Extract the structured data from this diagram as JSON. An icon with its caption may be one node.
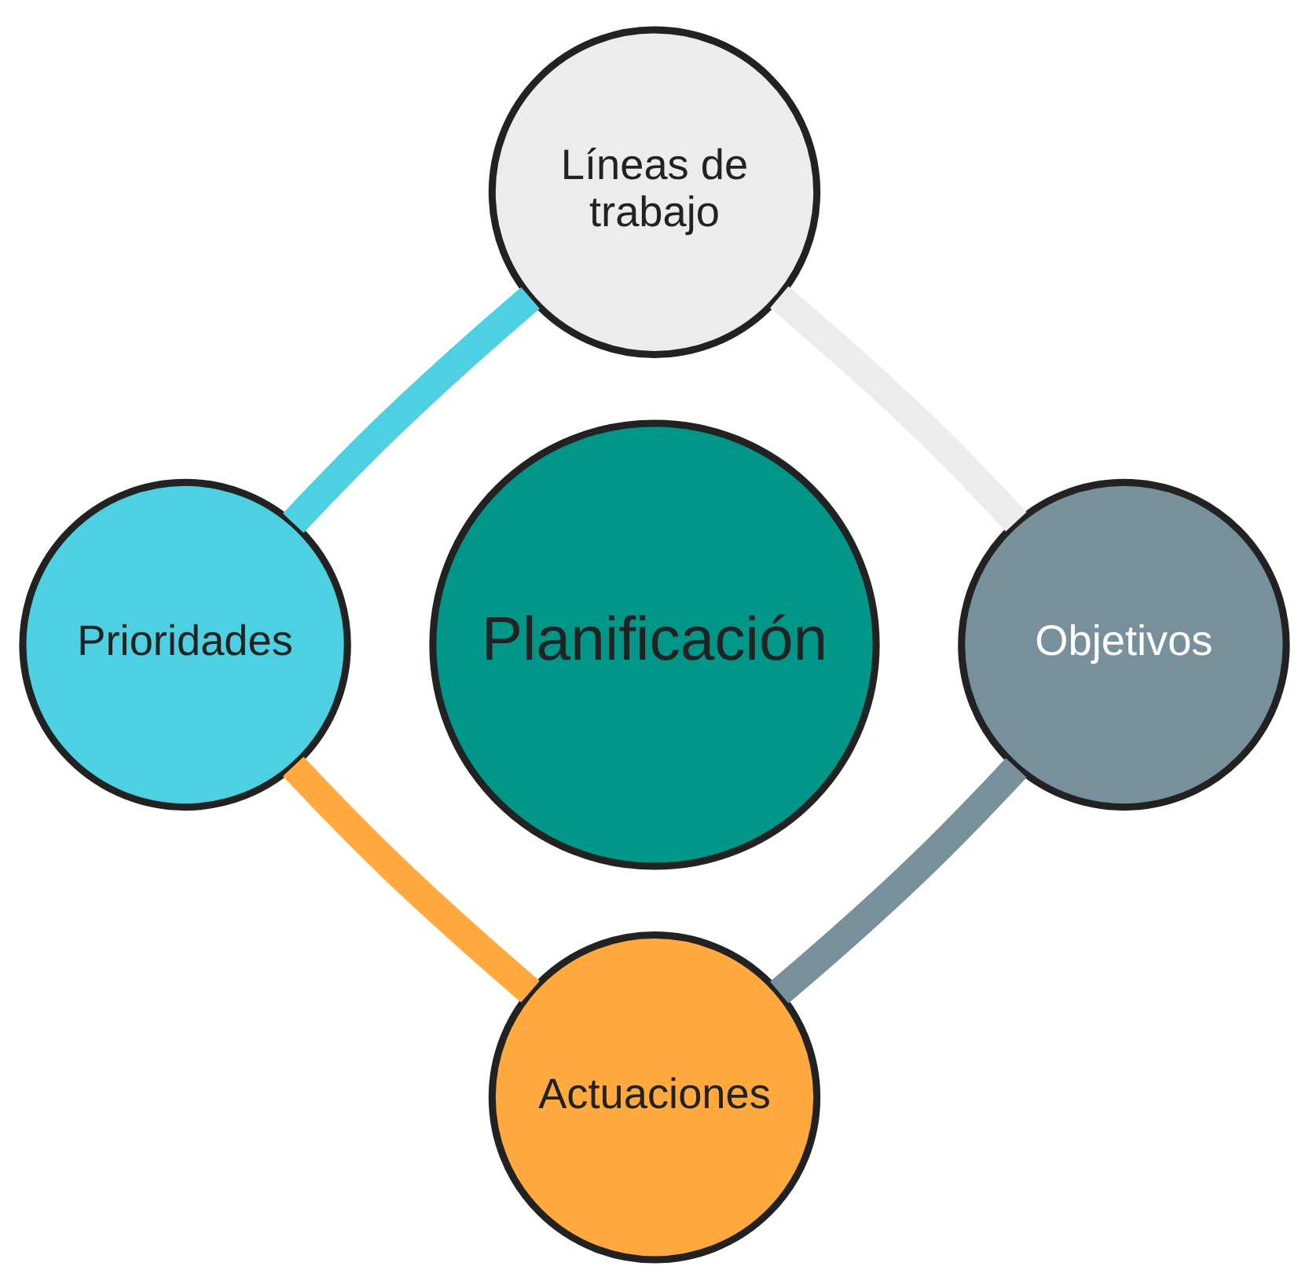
{
  "diagram": {
    "nodes": [
      {
        "text": [
          "Planificación"
        ]
      },
      {
        "text": [
          "Líneas de trabajo"
        ]
      },
      {
        "text": [
          "Objetivos"
        ]
      },
      {
        "text": [
          "Actuaciones"
        ]
      },
      {
        "text": [
          "Prioridades"
        ]
      }
    ],
    "edges": [
      {
        "from": 1,
        "to": 2,
        "arrow": "none",
        "color": "#ececec"
      },
      {
        "from": 2,
        "to": 3,
        "arrow": "none",
        "color": "#78909c"
      },
      {
        "from": 3,
        "to": 4,
        "arrow": "none",
        "color": "#ffa93f"
      },
      {
        "from": 4,
        "to": 1,
        "arrow": "none",
        "color": "#4dd0e1"
      }
    ]
  }
}
